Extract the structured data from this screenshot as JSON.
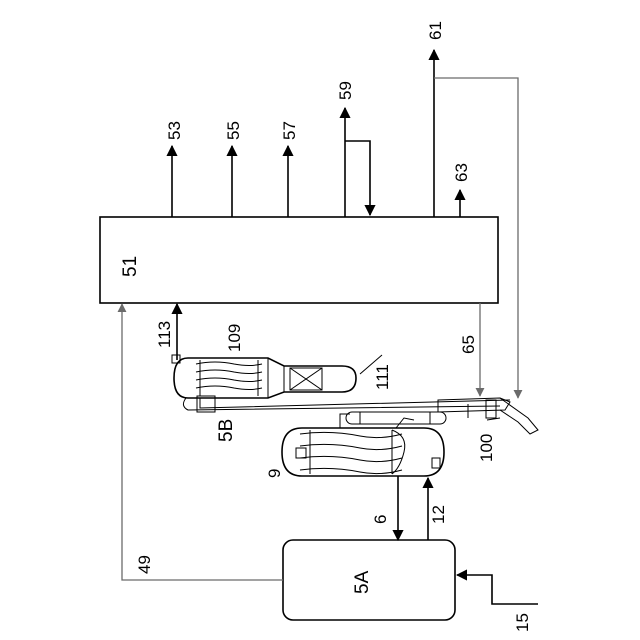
{
  "diagram": {
    "units": {
      "u51": "51",
      "u5A": "5A",
      "u5B": "5B"
    },
    "streams": {
      "s53": "53",
      "s55": "55",
      "s57": "57",
      "s59": "59",
      "s61": "61",
      "s63": "63",
      "s113": "113",
      "s109": "109",
      "s111": "111",
      "s65": "65",
      "s100": "100",
      "s9": "9",
      "s6": "6",
      "s12": "12",
      "s49": "49",
      "s15": "15"
    },
    "colors": {
      "main_line": "#000000",
      "recycle_line": "#6b6b6b"
    }
  }
}
